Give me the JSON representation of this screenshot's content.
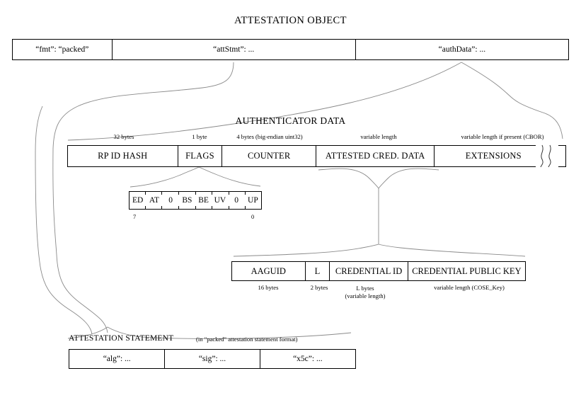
{
  "diagram": {
    "title": "ATTESTATION OBJECT",
    "authenticator_data_title": "AUTHENTICATOR DATA"
  },
  "attestation_object": {
    "fields": [
      {
        "label": "“fmt”: “packed”"
      },
      {
        "label": "“attStmt”: ..."
      },
      {
        "label": "“authData”: ..."
      }
    ]
  },
  "authenticator_data": {
    "fields": [
      {
        "label": "RP ID HASH",
        "caption": "32 bytes"
      },
      {
        "label": "FLAGS",
        "caption": "1 byte"
      },
      {
        "label": "COUNTER",
        "caption": "4 bytes (big-endian uint32)"
      },
      {
        "label": "ATTESTED CRED. DATA",
        "caption": "variable length"
      },
      {
        "label": "EXTENSIONS",
        "caption": "variable length if present (CBOR)"
      }
    ]
  },
  "flags_byte": {
    "bits": [
      {
        "label": "ED"
      },
      {
        "label": "AT"
      },
      {
        "label": "0"
      },
      {
        "label": "BS"
      },
      {
        "label": "BE"
      },
      {
        "label": "UV"
      },
      {
        "label": "0"
      },
      {
        "label": "UP"
      }
    ],
    "msb_index": "7",
    "lsb_index": "0"
  },
  "attested_credential_data": {
    "fields": [
      {
        "label": "AAGUID",
        "caption": "16 bytes",
        "caption2": ""
      },
      {
        "label": "L",
        "caption": "2 bytes",
        "caption2": ""
      },
      {
        "label": "CREDENTIAL ID",
        "caption": "L bytes",
        "caption2": "(variable length)"
      },
      {
        "label": "CREDENTIAL PUBLIC KEY",
        "caption": "variable length (COSE_Key)",
        "caption2": ""
      }
    ]
  },
  "attestation_statement": {
    "label": "ATTESTATION STATEMENT",
    "note": "(in \"packed\" attestation statement format)",
    "fields": [
      {
        "label": "“alg”: ..."
      },
      {
        "label": "“sig”: ..."
      },
      {
        "label": "“x5c”: ..."
      }
    ]
  },
  "colors": {
    "line": "#000000",
    "connector": "#8a8a8a",
    "background": "#ffffff"
  }
}
